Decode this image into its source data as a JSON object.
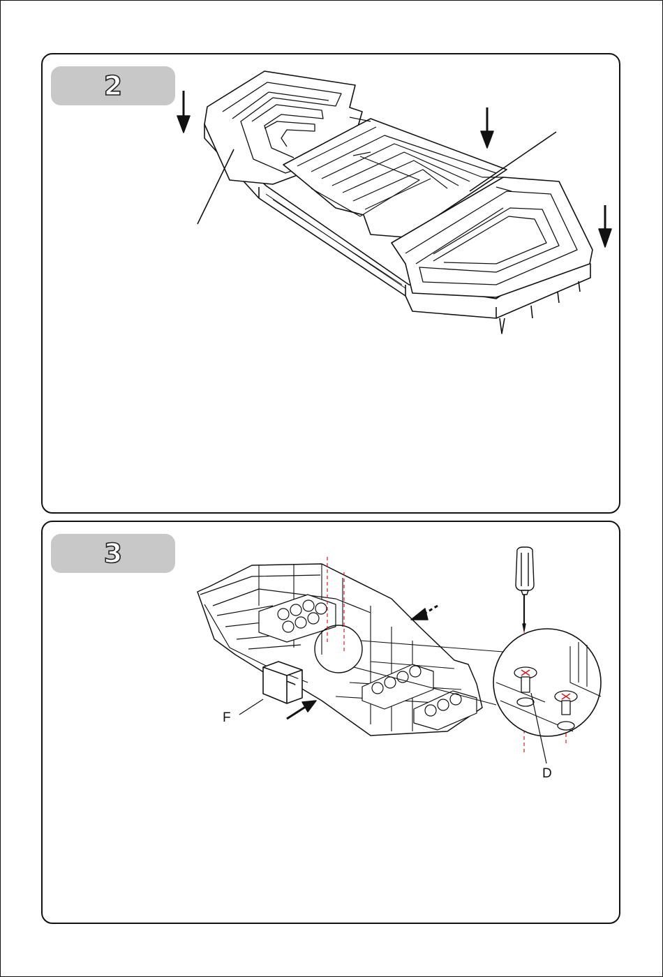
{
  "steps": [
    {
      "number": "2"
    },
    {
      "number": "3"
    }
  ],
  "callouts": {
    "f_label": "F",
    "d_label": "D"
  },
  "colors": {
    "badge_bg": "#c8c8c8",
    "line": "#111111",
    "guide_red": "#d22020"
  }
}
